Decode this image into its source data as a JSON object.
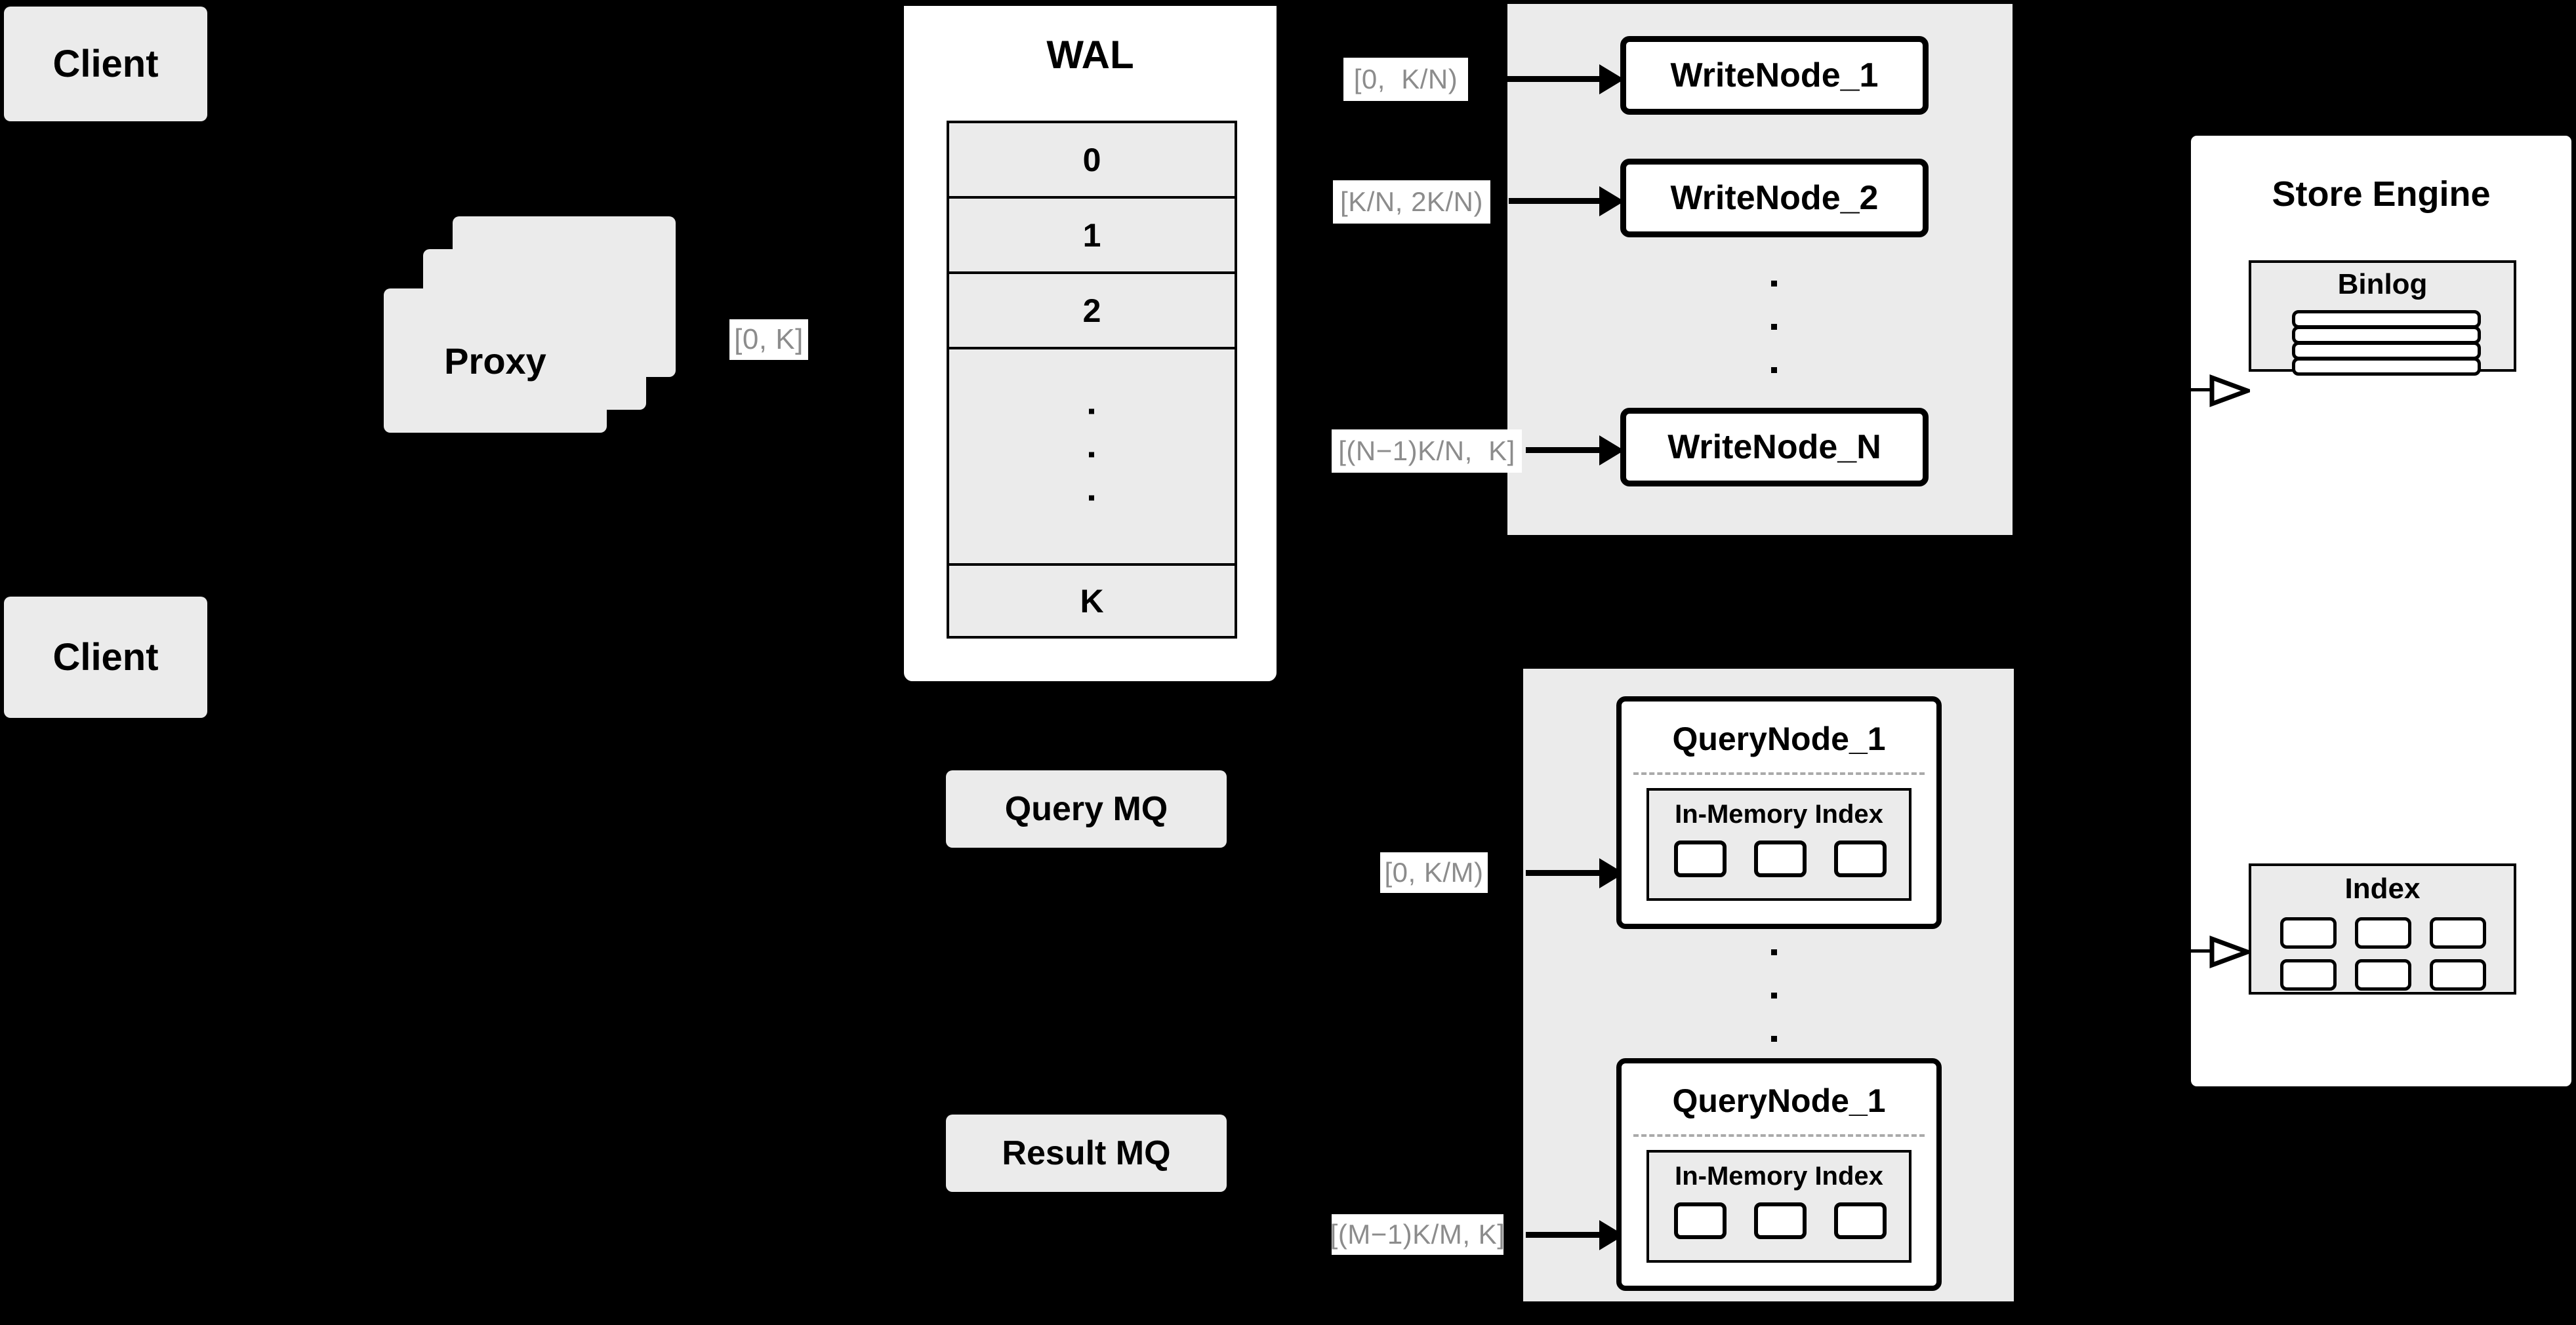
{
  "diagram": {
    "title": "Distributed write/query architecture",
    "colors": {
      "background": "#000000",
      "node_fill": "#ebebeb",
      "panel_fill": "#ffffff",
      "stroke": "#000000",
      "label_text": "#8c8c8c",
      "dashed_separator": "#aaaaaa"
    }
  },
  "clients": [
    {
      "label": "Client"
    },
    {
      "label": "Client"
    }
  ],
  "proxy": {
    "label": "Proxy",
    "stack_count": 3,
    "output_range_label": "[0, K]"
  },
  "wal": {
    "title": "WAL",
    "rows": [
      "0",
      "1",
      "2",
      "⋮",
      "K"
    ],
    "ellipsis_row_index": 3
  },
  "write_cluster": {
    "nodes": [
      {
        "label": "WriteNode_1",
        "range_label": "[0,  K/N)"
      },
      {
        "label": "WriteNode_2",
        "range_label": "[K/N, 2K/N)"
      },
      {
        "label": "WriteNode_N",
        "range_label": "[(N−1)K/N,  K]"
      }
    ],
    "ellipsis": "⋮"
  },
  "query_cluster": {
    "nodes": [
      {
        "label": "QueryNode_1",
        "range_label": "[0, K/M)",
        "inner": {
          "title": "In-Memory Index",
          "segment_count": 3
        }
      },
      {
        "label": "QueryNode_1",
        "range_label": "[(M−1)K/M, K]",
        "inner": {
          "title": "In-Memory Index",
          "segment_count": 3
        }
      }
    ],
    "ellipsis": "⋮"
  },
  "message_queues": [
    {
      "label": "Query MQ"
    },
    {
      "label": "Result MQ"
    }
  ],
  "store_engine": {
    "title": "Store Engine",
    "sections": [
      {
        "title": "Binlog",
        "bar_count": 4
      },
      {
        "title": "Index",
        "chip_count": 6,
        "chip_rows": 2,
        "chip_cols": 3
      }
    ]
  }
}
